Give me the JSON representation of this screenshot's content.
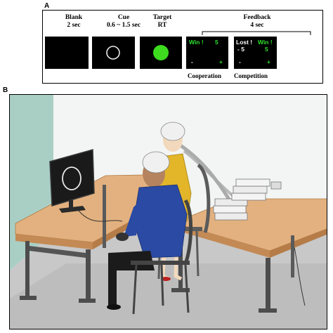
{
  "panel_a": {
    "letter": "A",
    "stages": [
      {
        "title": "Blank",
        "subtitle": "2 sec"
      },
      {
        "title": "Cue",
        "subtitle": "0.6 ~ 1.5 sec"
      },
      {
        "title": "Target",
        "subtitle": "RT"
      },
      {
        "title": "Feedback",
        "subtitle": "4 sec"
      }
    ],
    "cooperation": {
      "win_label": "Win !",
      "score": "5",
      "minus": "-",
      "plus": "+",
      "caption": "Cooperation"
    },
    "competition": {
      "lost_label": "Lost !",
      "win_label": "Win !",
      "lost_score": "- 5",
      "win_score": "5",
      "minus": "-",
      "plus": "+",
      "caption": "Competition"
    },
    "colors": {
      "screen": "#000000",
      "target_fill": "#3ddc1f",
      "win_text": "#2ee02e",
      "cue_ring": "#e8e8e8"
    }
  },
  "panel_b": {
    "letter": "B",
    "colors": {
      "wall_left": "#a9cfc5",
      "wall_back": "#f2f5f3",
      "floor": "#c8c8c8",
      "table_top": "#e3b17f",
      "table_edge": "#c48a55",
      "table_legs": "#4d4d4d",
      "player1_jacket": "#2a4aa3",
      "player2_dress": "#e3b62a",
      "chair": "#5b5b5b"
    }
  }
}
